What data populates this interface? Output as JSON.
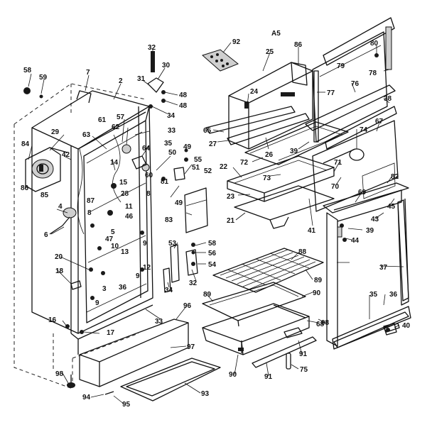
{
  "diagram": {
    "page_code": "A5",
    "callouts": [
      {
        "id": "c1",
        "text": "58"
      },
      {
        "id": "c2",
        "text": "59"
      },
      {
        "id": "c3",
        "text": "7"
      },
      {
        "id": "c4",
        "text": "2"
      },
      {
        "id": "c5",
        "text": "32"
      },
      {
        "id": "c6",
        "text": "31"
      },
      {
        "id": "c7",
        "text": "30"
      },
      {
        "id": "c8",
        "text": "48"
      },
      {
        "id": "c9",
        "text": "48"
      },
      {
        "id": "c10",
        "text": "34"
      },
      {
        "id": "c11",
        "text": "57"
      },
      {
        "id": "c12",
        "text": "61"
      },
      {
        "id": "c13",
        "text": "62"
      },
      {
        "id": "c14",
        "text": "33"
      },
      {
        "id": "c15",
        "text": "63"
      },
      {
        "id": "c16",
        "text": "35"
      },
      {
        "id": "c17",
        "text": "29"
      },
      {
        "id": "c18",
        "text": "84"
      },
      {
        "id": "c19",
        "text": "42"
      },
      {
        "id": "c20",
        "text": "64"
      },
      {
        "id": "c21",
        "text": "14"
      },
      {
        "id": "c22",
        "text": "60"
      },
      {
        "id": "c23",
        "text": "50"
      },
      {
        "id": "c24",
        "text": "49"
      },
      {
        "id": "c25",
        "text": "55"
      },
      {
        "id": "c26",
        "text": "51"
      },
      {
        "id": "c27",
        "text": "52"
      },
      {
        "id": "c28",
        "text": "8"
      },
      {
        "id": "c29",
        "text": "81"
      },
      {
        "id": "c30",
        "text": "85"
      },
      {
        "id": "c31",
        "text": "86"
      },
      {
        "id": "c32",
        "text": "15"
      },
      {
        "id": "c33",
        "text": "28"
      },
      {
        "id": "c34",
        "text": "4"
      },
      {
        "id": "c35",
        "text": "87"
      },
      {
        "id": "c36",
        "text": "8"
      },
      {
        "id": "c37",
        "text": "46"
      },
      {
        "id": "c38",
        "text": "11"
      },
      {
        "id": "c39",
        "text": "49"
      },
      {
        "id": "c40",
        "text": "83"
      },
      {
        "id": "c41",
        "text": "6"
      },
      {
        "id": "c42",
        "text": "5"
      },
      {
        "id": "c43",
        "text": "47"
      },
      {
        "id": "c44",
        "text": "10"
      },
      {
        "id": "c45",
        "text": "9"
      },
      {
        "id": "c46",
        "text": "13"
      },
      {
        "id": "c47",
        "text": "20"
      },
      {
        "id": "c48",
        "text": "18"
      },
      {
        "id": "c49",
        "text": "3"
      },
      {
        "id": "c50",
        "text": "12"
      },
      {
        "id": "c51",
        "text": "9"
      },
      {
        "id": "c52",
        "text": "9"
      },
      {
        "id": "c53",
        "text": "36"
      },
      {
        "id": "c54",
        "text": "16"
      },
      {
        "id": "c55",
        "text": "17"
      },
      {
        "id": "c56",
        "text": "33"
      },
      {
        "id": "c57",
        "text": "92"
      },
      {
        "id": "c58",
        "text": "A5"
      },
      {
        "id": "c59",
        "text": "86"
      },
      {
        "id": "c60",
        "text": "25"
      },
      {
        "id": "c61",
        "text": "24"
      },
      {
        "id": "c62",
        "text": "65"
      },
      {
        "id": "c63",
        "text": "27"
      },
      {
        "id": "c64",
        "text": "26"
      },
      {
        "id": "c65",
        "text": "39"
      },
      {
        "id": "c66",
        "text": "72"
      },
      {
        "id": "c67",
        "text": "22"
      },
      {
        "id": "c68",
        "text": "73"
      },
      {
        "id": "c69",
        "text": "23"
      },
      {
        "id": "c70",
        "text": "21"
      },
      {
        "id": "c71",
        "text": "41"
      },
      {
        "id": "c72",
        "text": "80"
      },
      {
        "id": "c73",
        "text": "79"
      },
      {
        "id": "c74",
        "text": "78"
      },
      {
        "id": "c75",
        "text": "77"
      },
      {
        "id": "c76",
        "text": "76"
      },
      {
        "id": "c77",
        "text": "38"
      },
      {
        "id": "c78",
        "text": "67"
      },
      {
        "id": "c79",
        "text": "74"
      },
      {
        "id": "c80",
        "text": "71"
      },
      {
        "id": "c81",
        "text": "70"
      },
      {
        "id": "c82",
        "text": "82"
      },
      {
        "id": "c83",
        "text": "69"
      },
      {
        "id": "c84",
        "text": "45"
      },
      {
        "id": "c85",
        "text": "43"
      },
      {
        "id": "c86",
        "text": "39"
      },
      {
        "id": "c87",
        "text": "44"
      },
      {
        "id": "c88",
        "text": "58"
      },
      {
        "id": "c89",
        "text": "56"
      },
      {
        "id": "c90",
        "text": "53"
      },
      {
        "id": "c91",
        "text": "54"
      },
      {
        "id": "c92",
        "text": "32"
      },
      {
        "id": "c93",
        "text": "34"
      },
      {
        "id": "c94",
        "text": "88"
      },
      {
        "id": "c95",
        "text": "89"
      },
      {
        "id": "c96",
        "text": "89"
      },
      {
        "id": "c97",
        "text": "90"
      },
      {
        "id": "c98",
        "text": "68"
      },
      {
        "id": "c99",
        "text": "37"
      },
      {
        "id": "c100",
        "text": "35"
      },
      {
        "id": "c101",
        "text": "96"
      },
      {
        "id": "c102",
        "text": "97"
      },
      {
        "id": "c103",
        "text": "98"
      },
      {
        "id": "c104",
        "text": "94"
      },
      {
        "id": "c105",
        "text": "95"
      },
      {
        "id": "c106",
        "text": "93"
      },
      {
        "id": "c107",
        "text": "90"
      },
      {
        "id": "c108",
        "text": "91"
      },
      {
        "id": "c109",
        "text": "91"
      },
      {
        "id": "c110",
        "text": "75"
      },
      {
        "id": "c111",
        "text": "40"
      },
      {
        "id": "c112",
        "text": "36"
      },
      {
        "id": "c113",
        "text": "98"
      }
    ]
  }
}
